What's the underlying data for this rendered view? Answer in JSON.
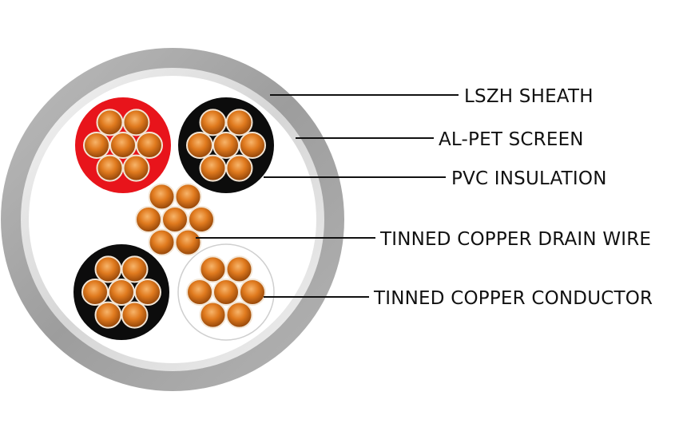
{
  "labels": {
    "sheath": "LSZH SHEATH",
    "screen": "AL-PET SCREEN",
    "insulation": "PVC INSULATION",
    "drain_wire": "TINNED COPPER DRAIN WIRE",
    "conductor": "TINNED COPPER CONDUCTOR"
  },
  "cores": [
    {
      "name": "red-core",
      "insulation_color": "#e8141b"
    },
    {
      "name": "black-core-top",
      "insulation_color": "#0c0c0c"
    },
    {
      "name": "black-core-bottom",
      "insulation_color": "#0c0c0c"
    },
    {
      "name": "white-core",
      "insulation_color": "#ffffff"
    }
  ],
  "colors": {
    "sheath": "#a9a9a9",
    "screen": "#e6e6e6",
    "copper": "#d86a12"
  }
}
